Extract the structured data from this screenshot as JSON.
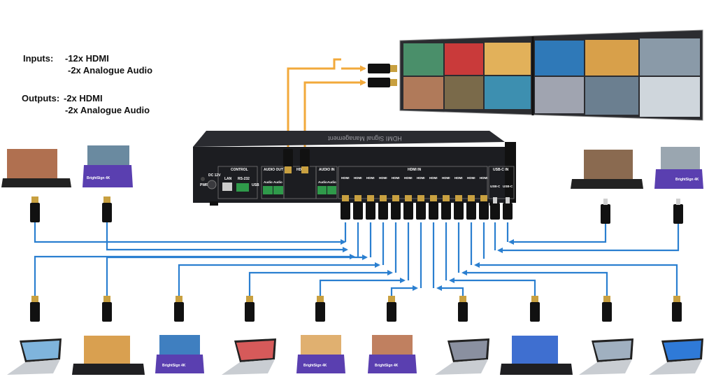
{
  "specs": {
    "inputs_label": "Inputs:",
    "inputs_line1": "-12x HDMI",
    "inputs_line2": "-2x Analogue Audio",
    "outputs_label": "Outputs:",
    "outputs_line1": "-2x HDMI",
    "outputs_line2": "-2x Analogue Audio"
  },
  "device": {
    "top_text": "HDMI Signal Management",
    "pwr": "PWR",
    "dc": "DC 12V",
    "control": "CONTROL",
    "lan": "LAN",
    "rs232": "RS-232",
    "usb": "USB",
    "audio_out": "AUDIO OUT",
    "audio": "Audio",
    "hdmi_out": "HDMI",
    "audio_in": "AUDIO IN",
    "hdmi_in": "HDMI IN",
    "hdmi": "HDMI",
    "usbc_in": "USB-C IN",
    "usbc": "USB-C"
  },
  "brand": {
    "player_text": "BrightSign 4K"
  },
  "colors": {
    "blue_line": "#2a7fd0",
    "orange_line": "#f2a93b",
    "device_body": "#1c1d21",
    "player_purple": "#5a3fb0"
  }
}
